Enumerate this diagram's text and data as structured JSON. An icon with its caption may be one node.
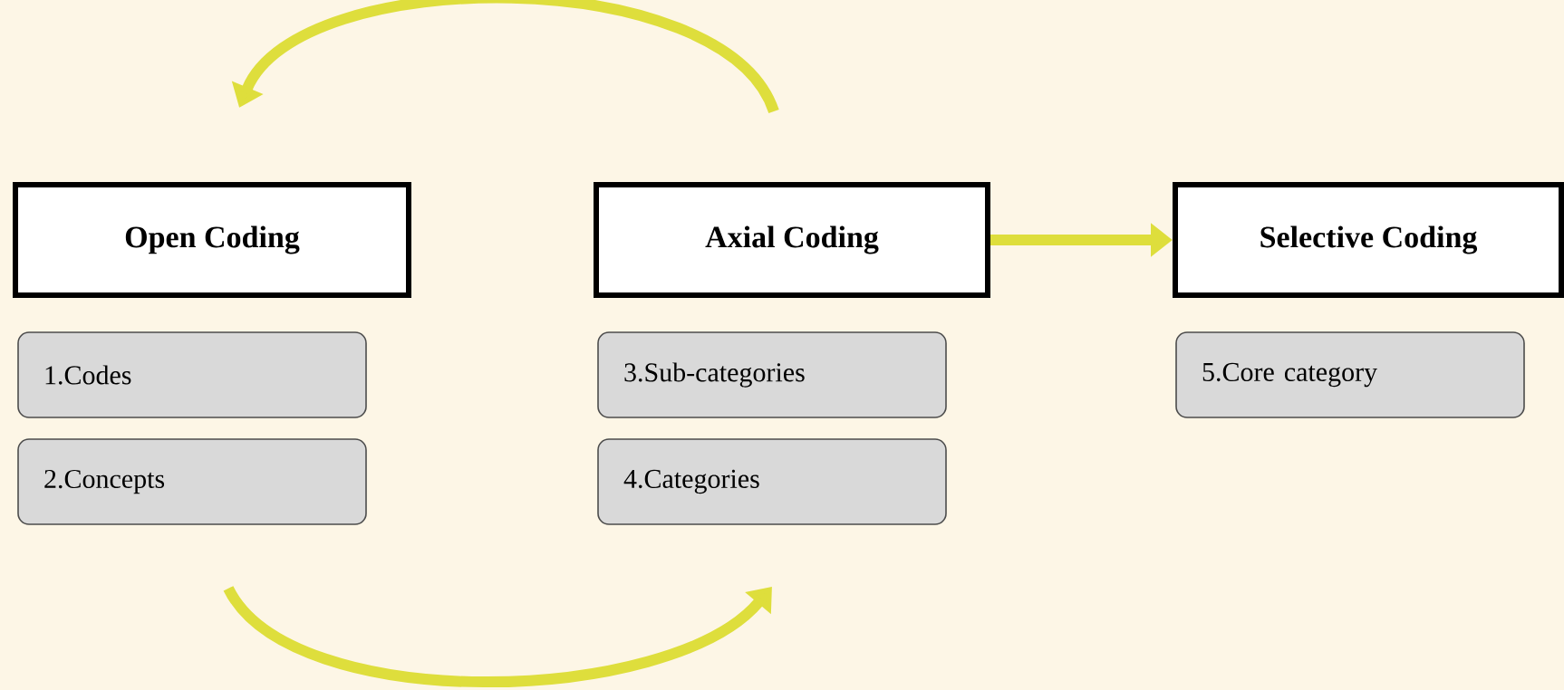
{
  "diagram": {
    "nodes": [
      {
        "text": [
          "Open Coding"
        ]
      },
      {
        "text": [
          "1.Codes"
        ]
      },
      {
        "text": [
          "2.Concepts"
        ]
      },
      {
        "text": [
          "Axial Coding"
        ]
      },
      {
        "text": [
          "3.Sub-categories"
        ]
      },
      {
        "text": [
          "4.Categories"
        ]
      },
      {
        "text": [
          "Selective Coding"
        ]
      },
      {
        "text": [
          "5.Core category"
        ]
      }
    ],
    "edges": [
      {
        "from": 3,
        "to": 0,
        "arrow": "to"
      },
      {
        "from": 2,
        "to": 5,
        "arrow": "to"
      },
      {
        "from": 3,
        "to": 6,
        "arrow": "to"
      }
    ]
  }
}
